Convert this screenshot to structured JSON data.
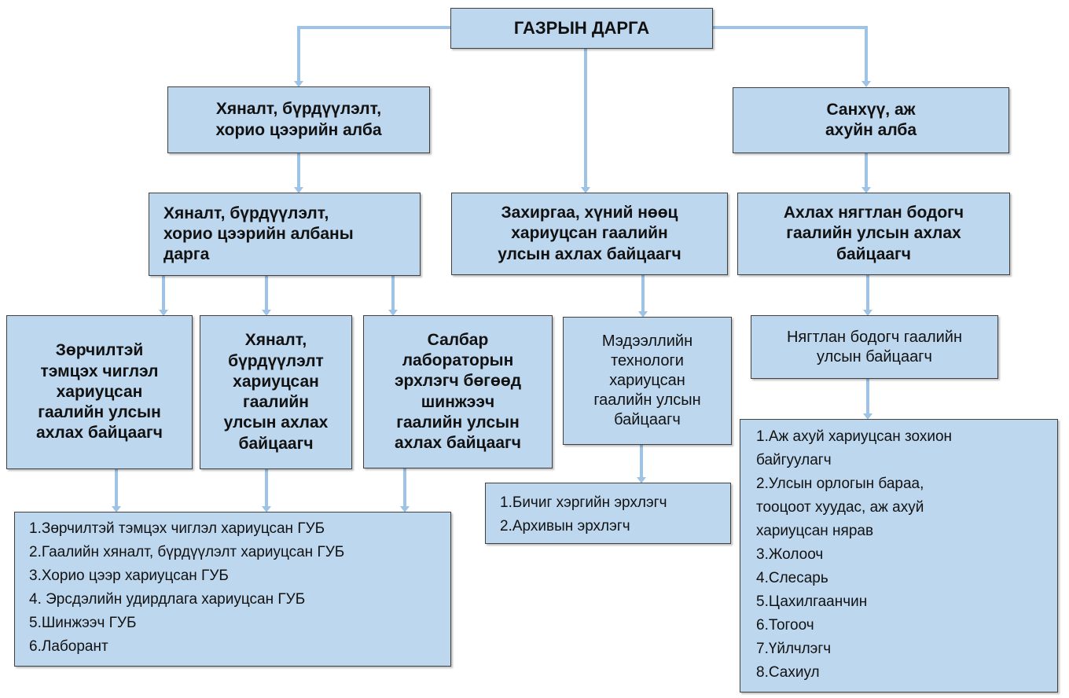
{
  "title": "Organizational chart",
  "nodes": {
    "director": "ГАЗРЫН ДАРГА",
    "control_dept": "Хяналт, бүрдүүлэлт,\nхорио цээрийн алба",
    "finance_dept": "Санхүү, аж\nахуйн алба",
    "control_head": "Хяналт, бүрдүүлэлт,\nхорио цээрийн албаны\nдарга",
    "admin_hr": "Захиргаа, хүний нөөц\nхариуцсан гаалийн\nулсын ахлах байцаагч",
    "chief_accountant": "Ахлах нягтлан бодогч\nгаалийн улсын ахлах\nбайцаагч",
    "violations": "Зөрчилтэй\nтэмцэх чиглэл\nхариуцсан\nгаалийн улсын\nахлах байцаагч",
    "control_inspector": "Хяналт,\nбүрдүүлэлт\nхариуцсан\nгаалийн\nулсын ахлах\nбайцаагч",
    "lab": "Салбар\nлабораторын\nэрхлэгч бөгөөд\nшинжээч\nгаалийн улсын\nахлах байцаагч",
    "it": "Мэдээллийн\nтехнологи\nхариуцсан\nгаалийн улсын\nбайцаагч",
    "accountant": "Нягтлан бодогч гаалийн\nулсын байцаагч"
  },
  "lists": {
    "inspectors": [
      "1.Зөрчилтэй тэмцэх чиглэл хариуцсан ГУБ",
      "2.Гаалийн хяналт, бүрдүүлэлт хариуцсан ГУБ",
      "3.Хорио цээр хариуцсан ГУБ",
      "4. Эрсдэлийн удирдлага хариуцсан ГУБ",
      "5.Шинжээч ГУБ",
      "6.Лаборант"
    ],
    "admin_staff": [
      "1.Бичиг хэргийн эрхлэгч",
      "2.Архивын эрхлэгч"
    ],
    "support_staff": [
      "1.Аж ахуй хариуцсан зохион\nбайгуулагч",
      "2.Улсын орлогын бараа,\nтооцоот хуудас, аж ахуй\nхариуцсан нярав",
      "3.Жолооч",
      "4.Слесарь",
      "5.Цахилгаанчин",
      "6.Тогооч",
      "7.Үйлчлэгч",
      "8.Сахиул"
    ]
  },
  "colors": {
    "box_fill": "#bdd7ee",
    "box_border": "#404040",
    "connector": "#9dc3e6"
  }
}
